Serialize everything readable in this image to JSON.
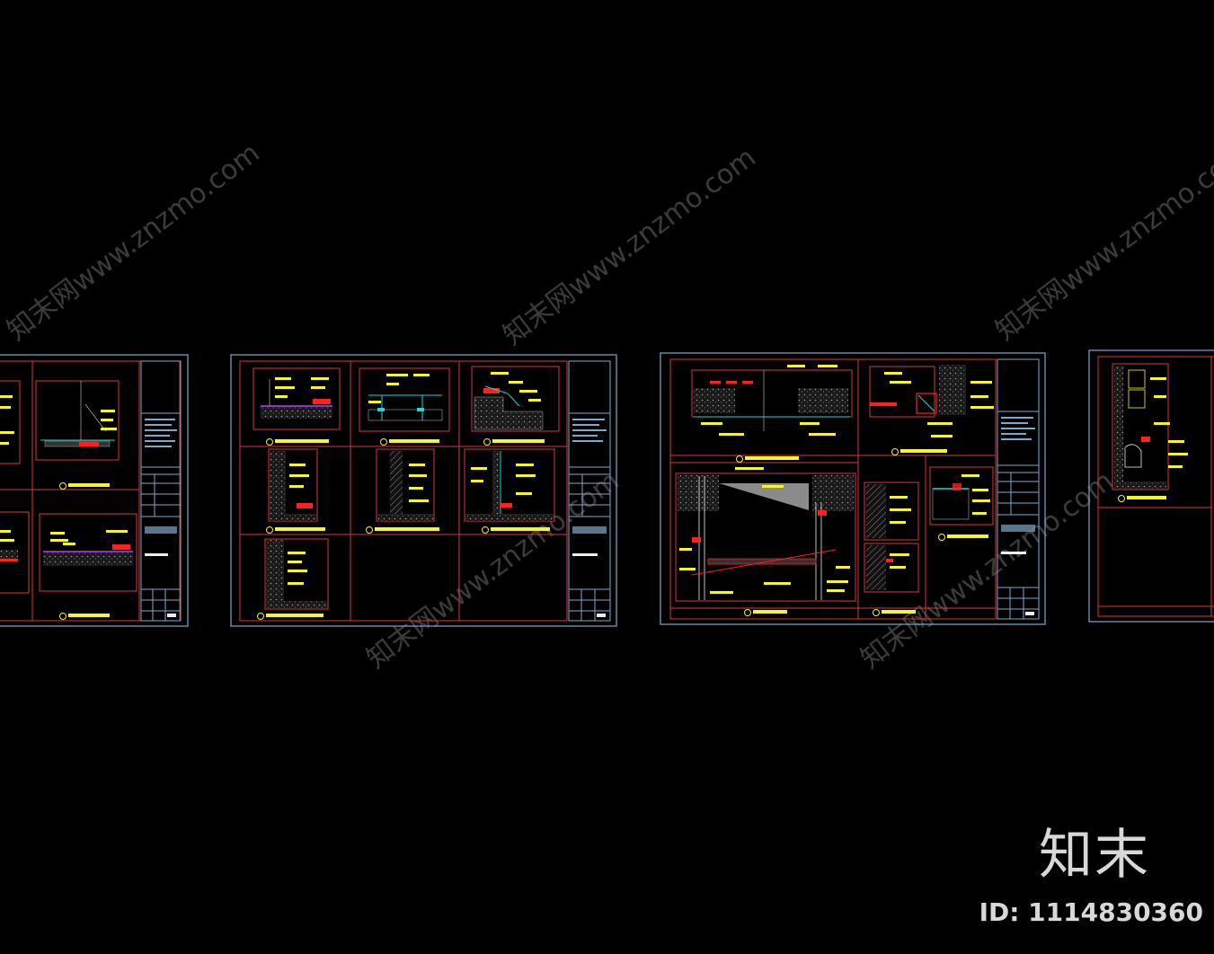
{
  "watermark": {
    "logo_text": "知末",
    "id_text": "ID: 1114830360",
    "diagonal_text": "知末网www.znzmo.com"
  },
  "colors": {
    "background": "#000000",
    "sheet_border": "#7fa8c8",
    "frame": "#d23a3a",
    "text_bar": "#f5f52a",
    "dim_line": "#22d4d4",
    "leader": "#f0f0f0",
    "hatch": "#8a8a8a",
    "accent_red": "#ff2020",
    "accent_purple": "#b040ff",
    "watermark": "#6e6e6e"
  }
}
